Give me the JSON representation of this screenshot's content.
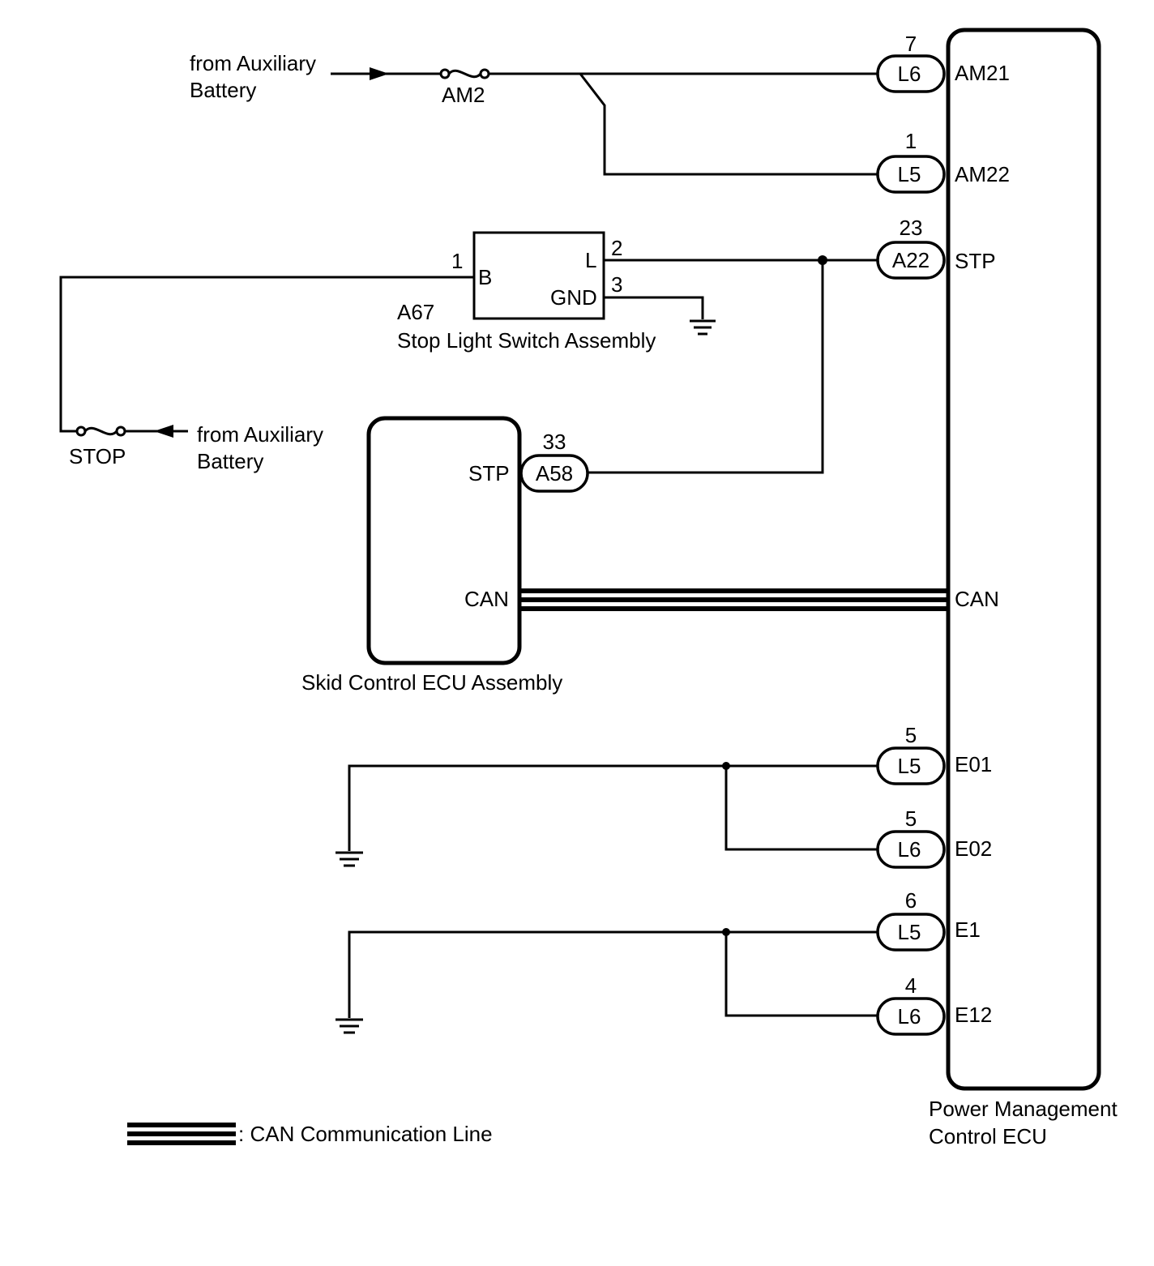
{
  "battery_source_top": [
    "from Auxiliary",
    "Battery"
  ],
  "battery_source_left": [
    "from Auxiliary",
    "Battery"
  ],
  "fuses": {
    "am2": "AM2",
    "stop": "STOP"
  },
  "stop_light_switch": {
    "code": "A67",
    "name": "Stop Light Switch Assembly",
    "pin_b_label": "B",
    "pin_b_number": "1",
    "pin_l_label": "L",
    "pin_l_number": "2",
    "pin_gnd_label": "GND",
    "pin_gnd_number": "3"
  },
  "skid_control_ecu": {
    "name": "Skid Control ECU Assembly",
    "stp_label": "STP",
    "can_label": "CAN",
    "connector": {
      "code": "A58",
      "pin": "33"
    }
  },
  "power_management_ecu": {
    "name": [
      "Power Management",
      "Control ECU"
    ],
    "terminals": [
      {
        "connector": "L6",
        "pin": "7",
        "label": "AM21"
      },
      {
        "connector": "L5",
        "pin": "1",
        "label": "AM22"
      },
      {
        "connector": "A22",
        "pin": "23",
        "label": "STP"
      },
      {
        "connector": "L5",
        "pin": "5",
        "label": "E01"
      },
      {
        "connector": "L6",
        "pin": "5",
        "label": "E02"
      },
      {
        "connector": "L5",
        "pin": "6",
        "label": "E1"
      },
      {
        "connector": "L6",
        "pin": "4",
        "label": "E12"
      }
    ],
    "can_label": "CAN"
  },
  "legend": {
    "can_line": ": CAN Communication Line"
  }
}
